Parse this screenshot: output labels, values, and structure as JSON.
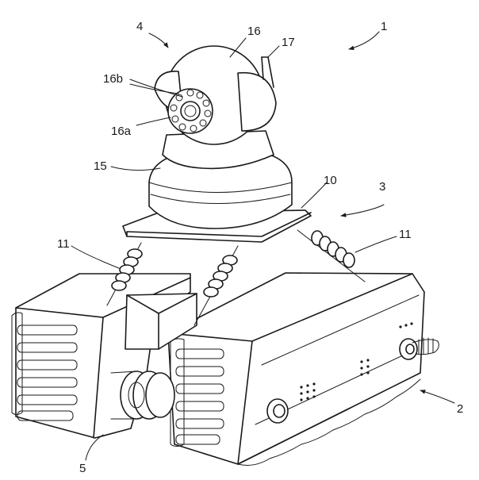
{
  "figure": {
    "labels": {
      "l1": "1",
      "l2": "2",
      "l3": "3",
      "l4": "4",
      "l5": "5",
      "l10": "10",
      "l11a": "11",
      "l11b": "11",
      "l15": "15",
      "l16": "16",
      "l16a": "16a",
      "l16b": "16b",
      "l17": "17"
    }
  }
}
